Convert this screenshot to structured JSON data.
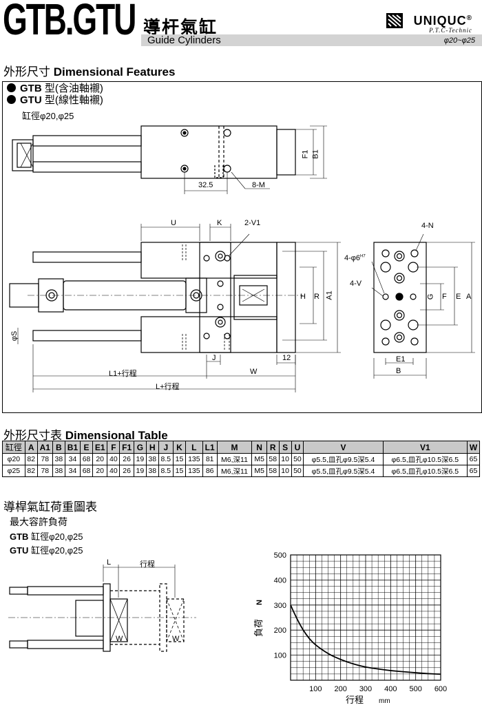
{
  "header": {
    "model": "GTB.GTU",
    "title_cn": "導杆氣缸",
    "title_en": "Guide Cylinders",
    "brand": "UNIQUC",
    "brand_reg": "®",
    "brand_sub": "P.T.C-Technic",
    "range": "φ20~φ25"
  },
  "features": {
    "title_cn": "外形尺寸",
    "title_en": "Dimensional Features",
    "types": [
      {
        "code": "GTB",
        "desc": "型(含油軸襯)"
      },
      {
        "code": "GTU",
        "desc": "型(線性軸襯)"
      }
    ],
    "bore_note": "缸徑φ20,φ25",
    "labels": {
      "F1": "F1",
      "B1": "B1",
      "d325": "32.5",
      "M8": "8-M",
      "U": "U",
      "K": "K",
      "V2": "2-V1",
      "N4": "4-N",
      "phi6": "4-φ6",
      "phi6sup": "H7",
      "V4": "4-V",
      "H": "H",
      "R": "R",
      "A1": "A1",
      "S": "φS",
      "G": "G",
      "F": "F",
      "E": "E",
      "A": "A",
      "J": "J",
      "d12": "12",
      "E1": "E1",
      "B": "B",
      "W": "W",
      "L1": "L1+行程",
      "L": "L+行程"
    }
  },
  "table": {
    "title_cn": "外形尺寸表",
    "title_en": "Dimensional Table",
    "headers": [
      "缸徑",
      "A",
      "A1",
      "B",
      "B1",
      "E",
      "E1",
      "F",
      "F1",
      "G",
      "H",
      "J",
      "K",
      "L",
      "L1",
      "M",
      "N",
      "R",
      "S",
      "U",
      "V",
      "V1",
      "W"
    ],
    "rows": [
      [
        "φ20",
        "82",
        "78",
        "38",
        "34",
        "68",
        "20",
        "40",
        "26",
        "19",
        "38",
        "8.5",
        "15",
        "135",
        "81",
        "M6,深11",
        "M5",
        "58",
        "10",
        "50",
        "φ5.5,皿孔φ9.5深5.4",
        "φ6.5,皿孔φ10.5深6.5",
        "65"
      ],
      [
        "φ25",
        "82",
        "78",
        "38",
        "34",
        "68",
        "20",
        "40",
        "26",
        "19",
        "38",
        "8.5",
        "15",
        "135",
        "86",
        "M6,深11",
        "M5",
        "58",
        "10",
        "50",
        "φ5.5,皿孔φ9.5深5.4",
        "φ6.5,皿孔φ10.5深6.5",
        "65"
      ]
    ]
  },
  "load": {
    "title": "導桿氣缸荷重圖表",
    "subtitle": "最大容許負荷",
    "gtb": {
      "code": "GTB",
      "desc": "缸徑φ20,φ25"
    },
    "gtu": {
      "code": "GTU",
      "desc": "缸徑φ20,φ25"
    },
    "diagram_labels": {
      "L": "L",
      "stroke": "行程",
      "W1": "W",
      "W2": "W"
    }
  },
  "chart_data": {
    "type": "line",
    "title": "",
    "xlabel": "行程",
    "xunit": "mm",
    "ylabel": "負荷",
    "yunit": "N",
    "xlim": [
      0,
      600
    ],
    "ylim": [
      0,
      500
    ],
    "xticks": [
      100,
      200,
      300,
      400,
      500,
      600
    ],
    "yticks": [
      100,
      200,
      300,
      400,
      500
    ],
    "grid": true,
    "x": [
      0,
      25,
      50,
      75,
      100,
      150,
      200,
      250,
      300,
      350,
      400,
      450,
      500,
      550,
      600
    ],
    "y": [
      300,
      245,
      200,
      165,
      140,
      105,
      82,
      65,
      52,
      45,
      38,
      34,
      30,
      26,
      24
    ]
  }
}
